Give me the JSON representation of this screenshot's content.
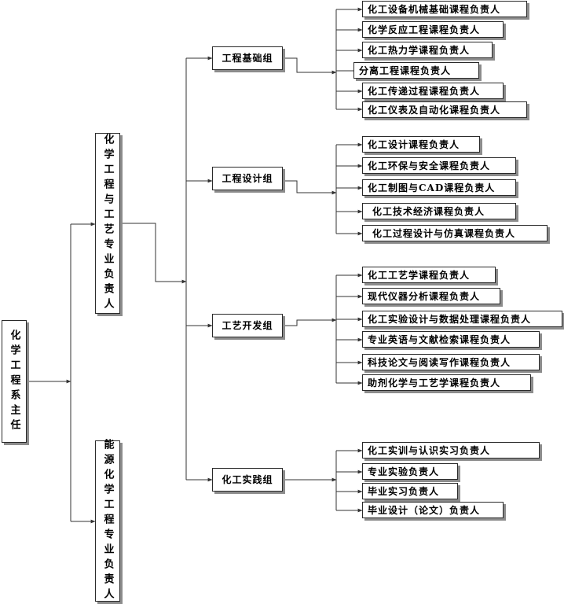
{
  "root": {
    "label": "化学工程系主任"
  },
  "majors": [
    {
      "label": "化学工程与工艺专业负责人"
    },
    {
      "label": "能源化学工程专业负责人"
    }
  ],
  "groups": [
    {
      "label": "工程基础组",
      "items": [
        "化工设备机械基础课程负责人",
        "化学反应工程课程负责人",
        "化工热力学课程负责人",
        "分离工程课程负责人",
        "化工传递过程课程负责人",
        "化工仪表及自动化课程负责人"
      ]
    },
    {
      "label": "工程设计组",
      "items": [
        "化工设计课程负责人",
        "化工环保与安全课程负责人",
        "化工制图与CAD课程负责人",
        "化工技术经济课程负责人",
        "化工过程设计与仿真课程负责人"
      ]
    },
    {
      "label": "工艺开发组",
      "items": [
        "化工工艺学课程负责人",
        "现代仪器分析课程负责人",
        "化工实验设计与数据处理课程负责人",
        "专业英语与文献检索课程负责人",
        "科技论文与阅读写作课程负责人",
        "助剂化学与工艺学课程负责人"
      ]
    },
    {
      "label": "化工实践组",
      "items": [
        "化工实训与认识实习负责人",
        "专业实验负责人",
        "毕业实习负责人",
        "毕业设计（论文）负责人"
      ]
    }
  ],
  "colors": {
    "line": "#333333",
    "border": "#2a2a2a",
    "shadow": "#8c8c8c"
  }
}
